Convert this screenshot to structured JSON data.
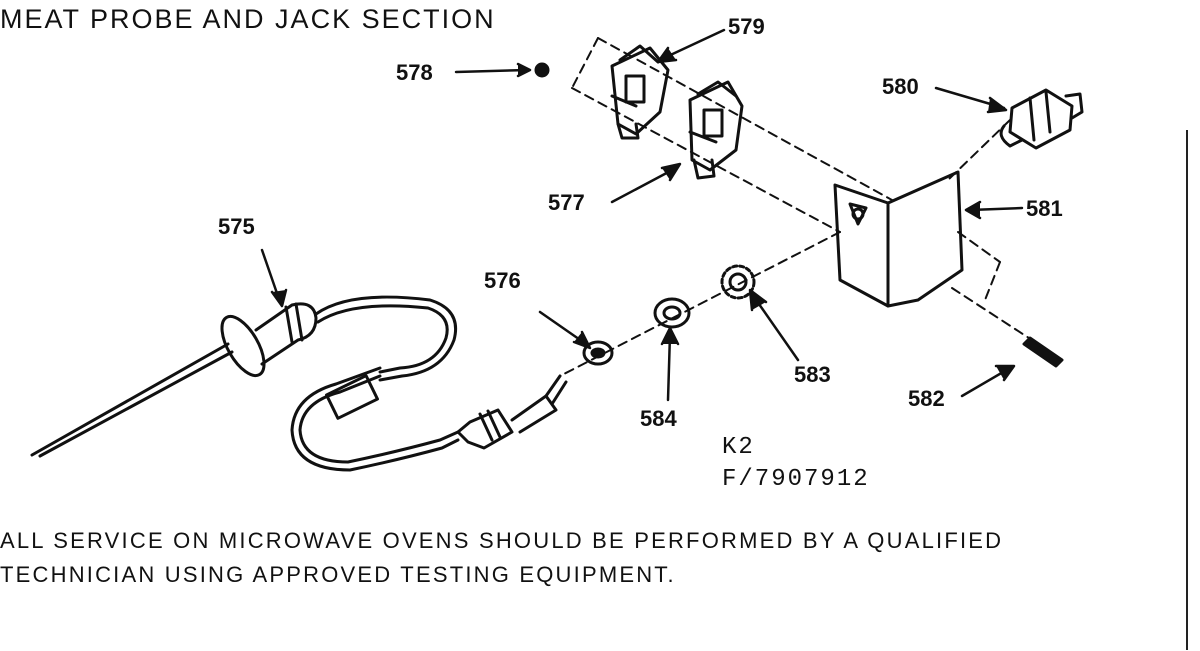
{
  "title": "MEAT PROBE AND JACK SECTION",
  "callouts": {
    "p575": "575",
    "p576": "576",
    "p577": "577",
    "p578": "578",
    "p579": "579",
    "p580": "580",
    "p581": "581",
    "p582": "582",
    "p583": "583",
    "p584": "584"
  },
  "diagram_code": {
    "line1": "K2",
    "line2": "F/7907912"
  },
  "notice": {
    "line1": "ALL SERVICE ON MICROWAVE OVENS SHOULD BE PERFORMED BY A QUALIFIED",
    "line2": "TECHNICIAN USING APPROVED TESTING EQUIPMENT."
  }
}
